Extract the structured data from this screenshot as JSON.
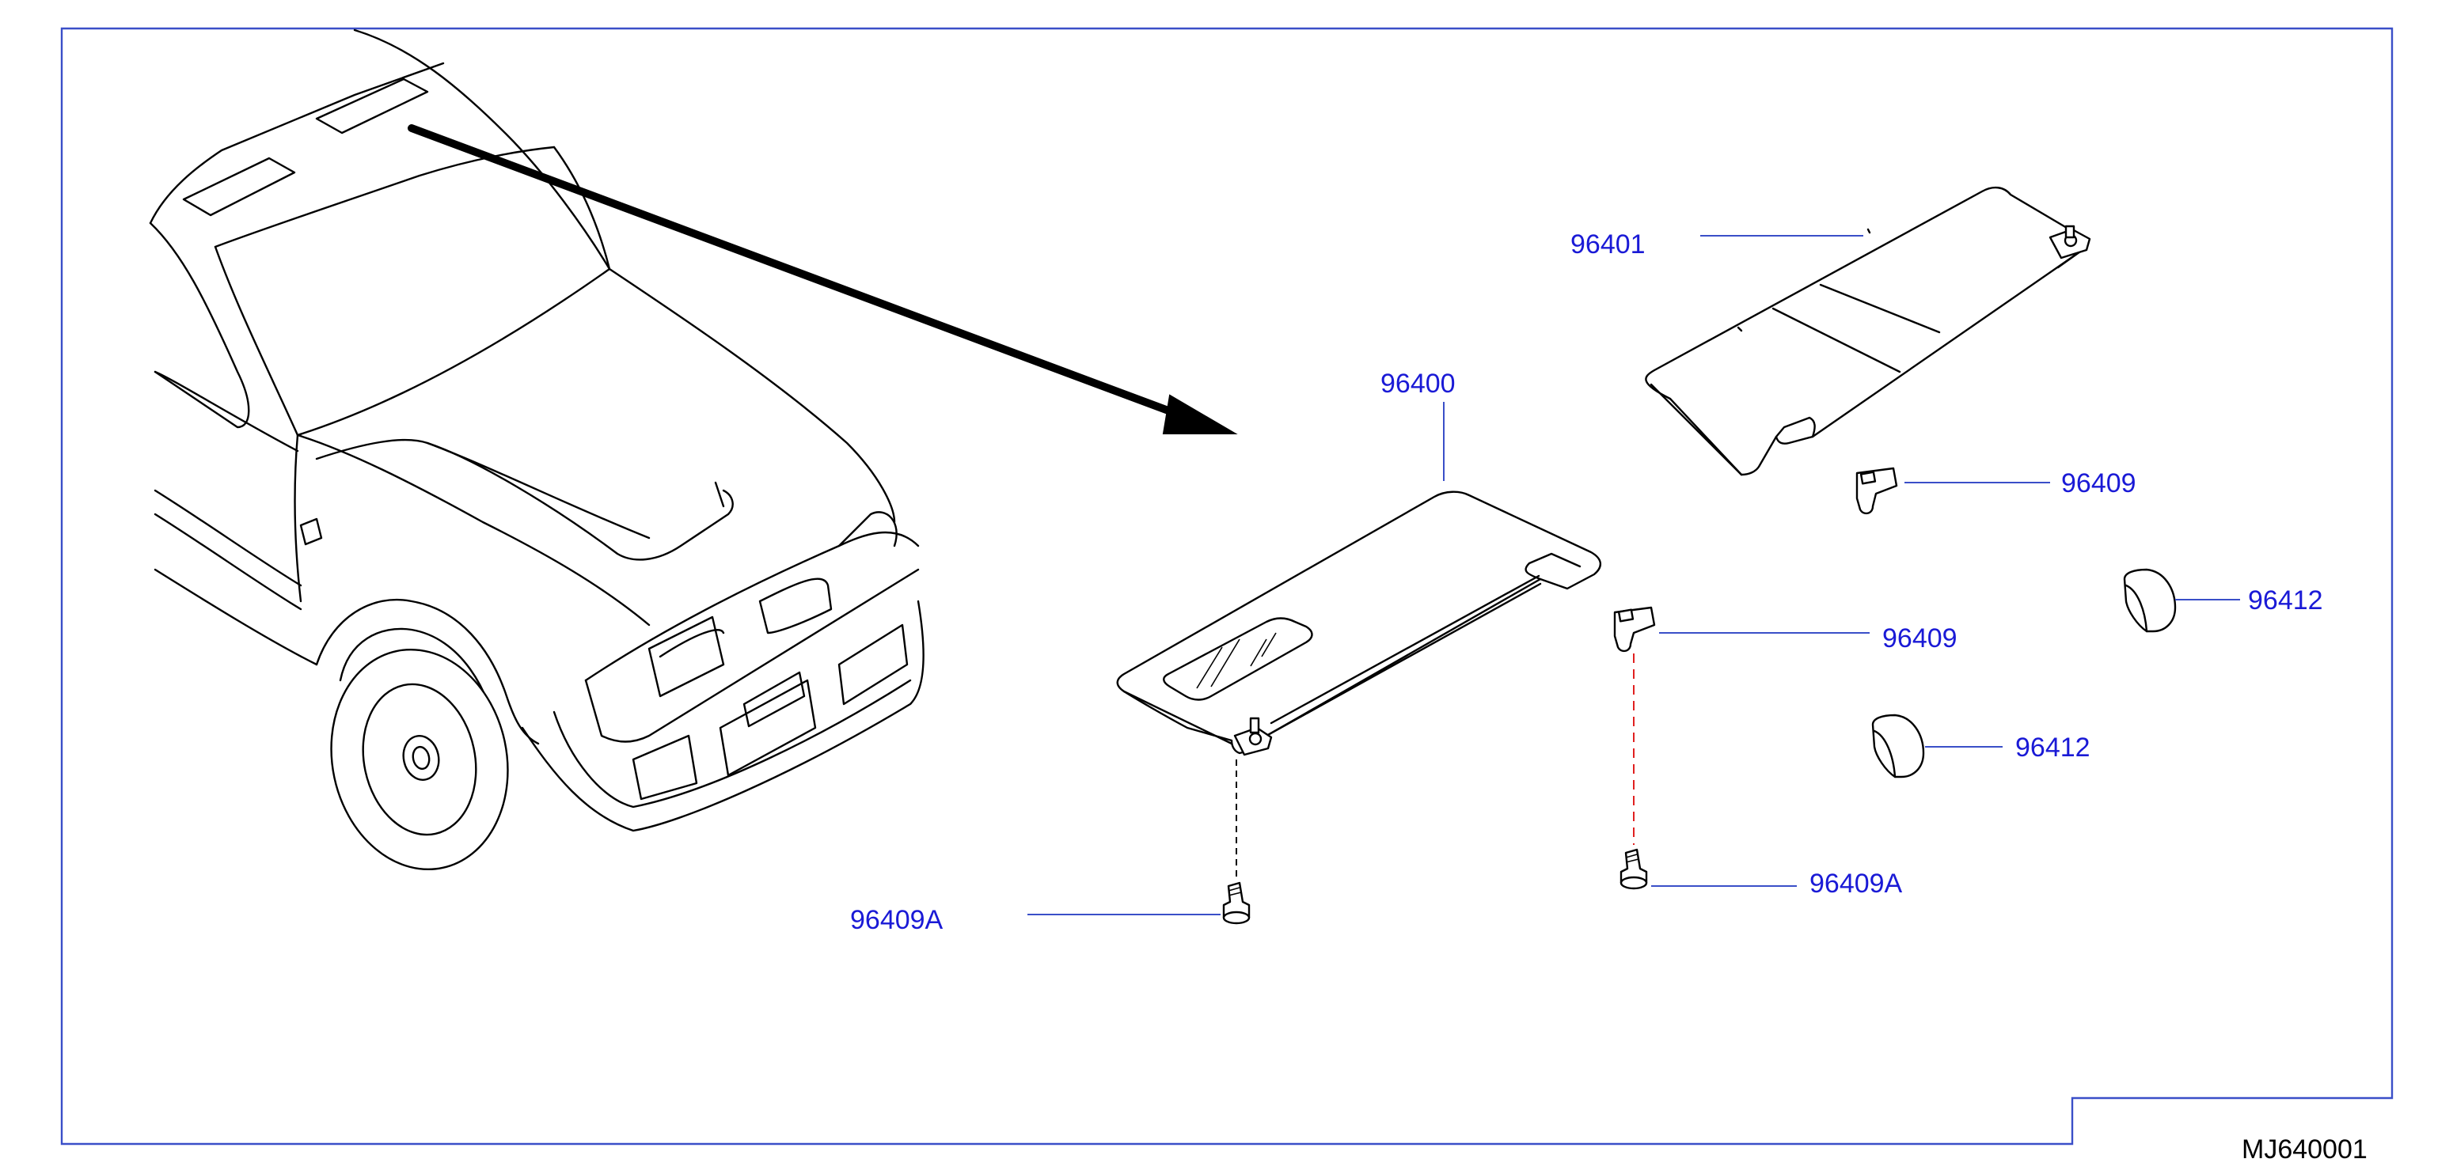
{
  "diagram": {
    "code": "MJ640001",
    "parts": {
      "sunvisor_lh": "96400",
      "sunvisor_rh": "96401",
      "holder_rh": "96409",
      "holder_lh": "96409",
      "cap_rh": "96412",
      "cap_lh": "96412",
      "screw_lh": "96409A",
      "screw_rh": "96409A"
    },
    "colors": {
      "frame": "#3a4fc8",
      "label": "#1a1ad6",
      "screw_leader_rh": "#e02020",
      "line_art": "#000000"
    }
  }
}
